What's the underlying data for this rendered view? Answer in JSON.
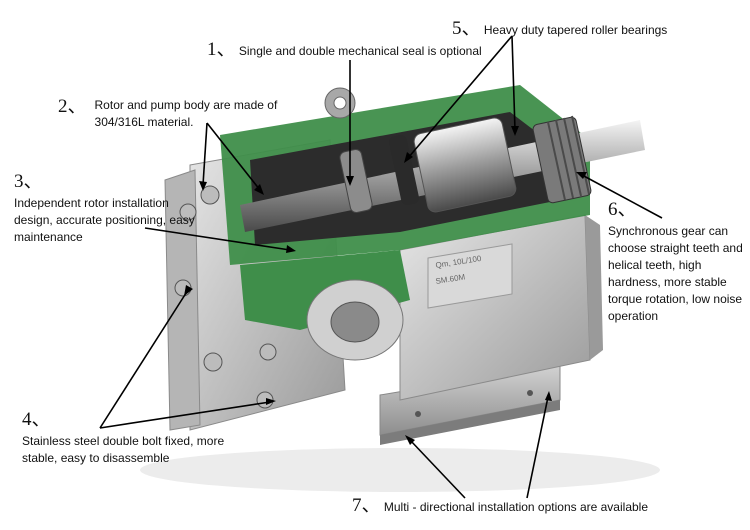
{
  "callouts": [
    {
      "id": "c1",
      "number": "1、",
      "text": "Single and double mechanical seal is optional"
    },
    {
      "id": "c2",
      "number": "2、",
      "text": "Rotor and pump body are made  of 304/316L material."
    },
    {
      "id": "c3",
      "number": "3、",
      "text": "Independent rotor installation design, accurate positioning, easy maintenance"
    },
    {
      "id": "c4",
      "number": "4、",
      "text": "Stainless steel double bolt fixed, more stable, easy to disassemble"
    },
    {
      "id": "c5",
      "number": "5、",
      "text": "Heavy duty tapered roller bearings"
    },
    {
      "id": "c6",
      "number": "6、",
      "text": "Synchronous gear can choose straight teeth and helical teeth, high hardness, more stable torque rotation, low noise operation"
    },
    {
      "id": "c7",
      "number": "7、",
      "text": "Multi - directional installation options are available"
    }
  ],
  "nameplate": {
    "line1": "Qm, 10L/100",
    "line2": "SM.60M"
  },
  "colors": {
    "housing": "#3f8e4a",
    "steel": "#c9c9c9",
    "dark_steel": "#6f6f6f"
  }
}
